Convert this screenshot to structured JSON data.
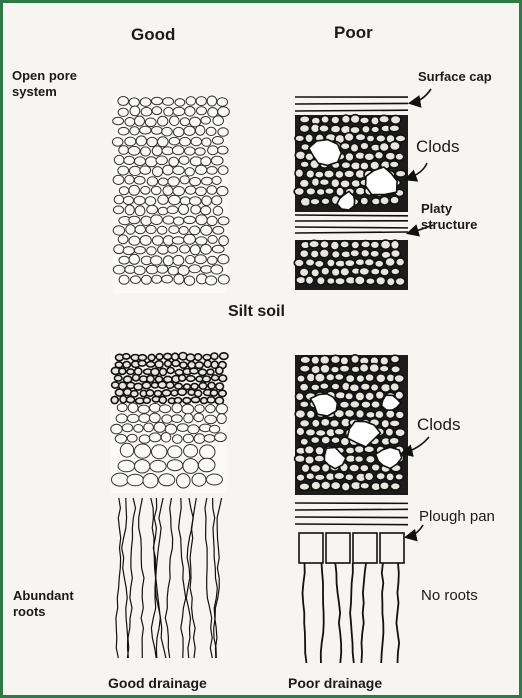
{
  "columns": {
    "good": "Good",
    "poor": "Poor"
  },
  "top": {
    "open_pore_line1": "Open pore",
    "open_pore_line2": "system",
    "surface_cap": "Surface cap",
    "clods": "Clods",
    "platy_line1": "Platy",
    "platy_line2": "structure",
    "soil_label": "Silt soil"
  },
  "bottom": {
    "clods": "Clods",
    "plough_pan": "Plough pan",
    "abundant_line1": "Abundant",
    "abundant_line2": "roots",
    "no_roots": "No roots",
    "good_drainage": "Good drainage",
    "poor_drainage": "Poor drainage"
  }
}
